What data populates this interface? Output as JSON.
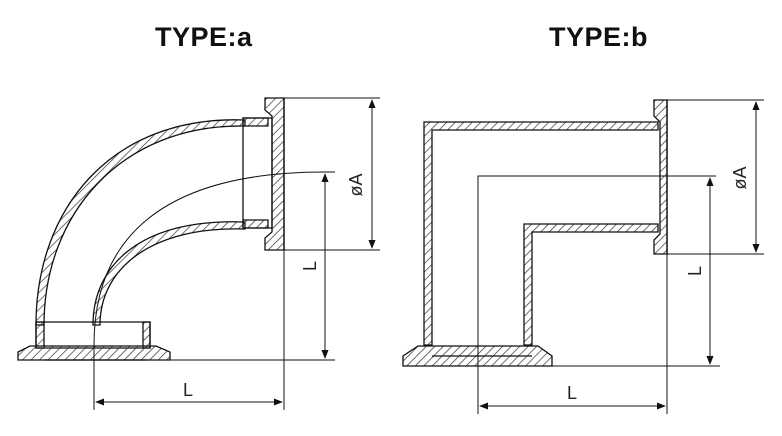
{
  "titles": {
    "type_a": "TYPE:a",
    "type_b": "TYPE:b"
  },
  "dimensions": {
    "diameter": "øA",
    "length": "L"
  },
  "colors": {
    "line": "#111111",
    "hatch": "#333333",
    "background": "#ffffff"
  }
}
